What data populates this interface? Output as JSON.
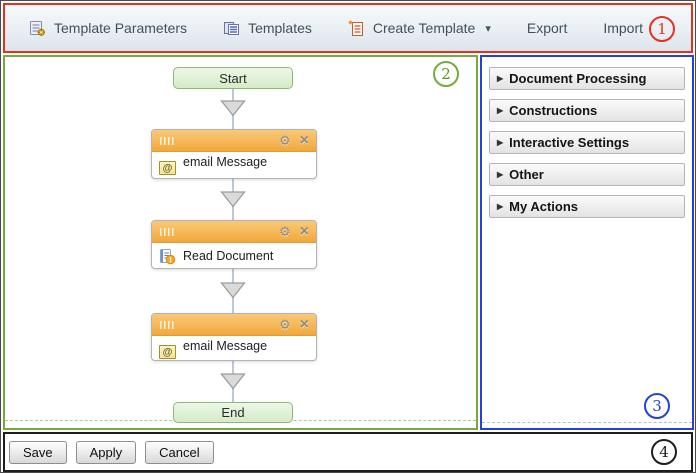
{
  "glyphs": {
    "gear": "⚙",
    "close": "×",
    "at": "@",
    "dropdown_caret": "▾",
    "section_arrow": "▶"
  },
  "toolbar": {
    "annotation_number": "1",
    "buttons": [
      {
        "label": "Template Parameters",
        "icon": "template-parameters-icon"
      },
      {
        "label": "Templates",
        "icon": "templates-icon"
      },
      {
        "label": "Create Template",
        "icon": "create-template-icon",
        "dropdown": true
      },
      {
        "label": "Export"
      },
      {
        "label": "Import"
      }
    ]
  },
  "canvas": {
    "annotation_number": "2",
    "start_label": "Start",
    "end_label": "End",
    "nodes": [
      {
        "label": "email Message",
        "icon": "email-at-icon"
      },
      {
        "label": "Read Document",
        "icon": "document-warning-icon"
      },
      {
        "label": "email Message",
        "icon": "email-at-icon"
      }
    ]
  },
  "sidebar": {
    "annotation_number": "3",
    "sections": [
      {
        "label": "Document Processing"
      },
      {
        "label": "Constructions"
      },
      {
        "label": "Interactive Settings"
      },
      {
        "label": "Other"
      },
      {
        "label": "My Actions"
      }
    ]
  },
  "footer": {
    "annotation_number": "4",
    "buttons": [
      {
        "label": "Save"
      },
      {
        "label": "Apply"
      },
      {
        "label": "Cancel"
      }
    ]
  },
  "colors": {
    "annotation_red": "#e6311f",
    "annotation_green": "#74ab3c",
    "annotation_blue": "#2443d6",
    "annotation_black": "#1e1e1e",
    "node_header_orange": "#f2a83c",
    "terminal_green_border": "#8cba76",
    "connector_gray_blue": "#b9c9da"
  }
}
